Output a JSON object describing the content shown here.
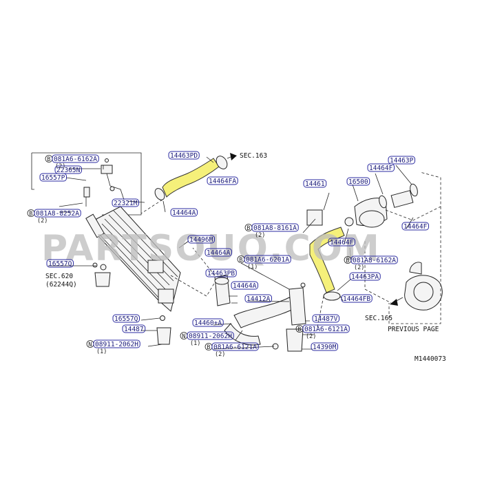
{
  "diagram": {
    "watermark": "PARTSOUQ.COM",
    "figure_id": "M1440073",
    "sections": [
      {
        "id": "sec163",
        "text": "SEC.163"
      },
      {
        "id": "sec620",
        "text": "SEC.620"
      },
      {
        "id": "sec620sub",
        "text": "(62244Q)"
      },
      {
        "id": "sec165",
        "text": "SEC.165"
      },
      {
        "id": "prev",
        "text": "PREVIOUS PAGE"
      }
    ],
    "callouts": [
      {
        "id": "c1",
        "prefix": "B",
        "text": "081A6-6162A",
        "qty": "(2)"
      },
      {
        "id": "c2",
        "prefix": "",
        "text": "22365N",
        "qty": ""
      },
      {
        "id": "c3",
        "prefix": "",
        "text": "16557P",
        "qty": ""
      },
      {
        "id": "c4",
        "prefix": "",
        "text": "22321M",
        "qty": ""
      },
      {
        "id": "c5",
        "prefix": "B",
        "text": "081A8-8252A",
        "qty": "(2)"
      },
      {
        "id": "c6",
        "prefix": "",
        "text": "14463PD",
        "qty": ""
      },
      {
        "id": "c7",
        "prefix": "",
        "text": "14464FA",
        "qty": ""
      },
      {
        "id": "c8",
        "prefix": "",
        "text": "14464A",
        "qty": ""
      },
      {
        "id": "c9",
        "prefix": "",
        "text": "14496M",
        "qty": ""
      },
      {
        "id": "c10",
        "prefix": "",
        "text": "16557Q",
        "qty": ""
      },
      {
        "id": "c11",
        "prefix": "",
        "text": "14464A",
        "qty": ""
      },
      {
        "id": "c12",
        "prefix": "",
        "text": "14463PB",
        "qty": ""
      },
      {
        "id": "c13",
        "prefix": "",
        "text": "14464A",
        "qty": ""
      },
      {
        "id": "c14",
        "prefix": "",
        "text": "14412A",
        "qty": ""
      },
      {
        "id": "c15",
        "prefix": "",
        "text": "16557Q",
        "qty": ""
      },
      {
        "id": "c16",
        "prefix": "",
        "text": "14487",
        "qty": ""
      },
      {
        "id": "c17",
        "prefix": "",
        "text": "14460+A",
        "qty": ""
      },
      {
        "id": "c18",
        "prefix": "N",
        "text": "08911-2062H",
        "qty": "(1)"
      },
      {
        "id": "c19",
        "prefix": "N",
        "text": "08911-2062H",
        "qty": "(1)"
      },
      {
        "id": "c20",
        "prefix": "B",
        "text": "081A6-6121A",
        "qty": "(2)"
      },
      {
        "id": "c21",
        "prefix": "",
        "text": "14461",
        "qty": ""
      },
      {
        "id": "c22",
        "prefix": "B",
        "text": "081A8-8161A",
        "qty": "(2)"
      },
      {
        "id": "c23",
        "prefix": "B",
        "text": "081A6-6201A",
        "qty": "(1)"
      },
      {
        "id": "c24",
        "prefix": "",
        "text": "14487V",
        "qty": ""
      },
      {
        "id": "c25",
        "prefix": "B",
        "text": "081A6-6121A",
        "qty": "(2)"
      },
      {
        "id": "c26",
        "prefix": "",
        "text": "14390M",
        "qty": ""
      },
      {
        "id": "c27",
        "prefix": "",
        "text": "16500",
        "qty": ""
      },
      {
        "id": "c28",
        "prefix": "",
        "text": "14464F",
        "qty": ""
      },
      {
        "id": "c29",
        "prefix": "",
        "text": "14463P",
        "qty": ""
      },
      {
        "id": "c30",
        "prefix": "",
        "text": "14464F",
        "qty": ""
      },
      {
        "id": "c31",
        "prefix": "",
        "text": "14464F",
        "qty": ""
      },
      {
        "id": "c32",
        "prefix": "B",
        "text": "081A8-6162A",
        "qty": "(2)"
      },
      {
        "id": "c33",
        "prefix": "",
        "text": "14463PA",
        "qty": ""
      },
      {
        "id": "c34",
        "prefix": "",
        "text": "14464FB",
        "qty": ""
      }
    ]
  }
}
